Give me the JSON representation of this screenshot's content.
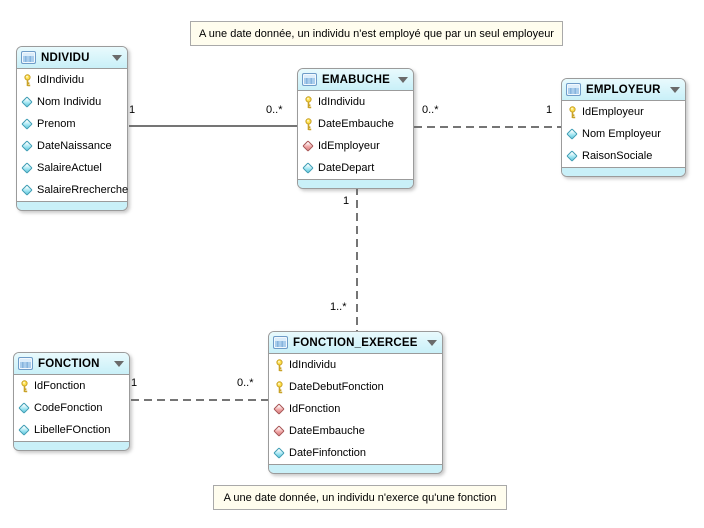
{
  "diagram_type": "entity-relationship-model",
  "colors": {
    "canvas_bg": "#ffffff",
    "header_bg": "#c9f0f8",
    "header_bg_top": "#e9fafd",
    "table_border": "#9b9b9b",
    "note_bg": "#fffdee",
    "note_border": "#a9a9a9",
    "line": "#757575",
    "pk_icon": "#ffe14d",
    "attr_icon": "#9fe5f2",
    "fk_icon": "#f0a3a3"
  },
  "entities": [
    {
      "title": "NDIVIDU",
      "attributes": [
        {
          "name": "IdIndividu",
          "type": "pk"
        },
        {
          "name": "Nom Individu",
          "type": "attr"
        },
        {
          "name": "Prenom",
          "type": "attr"
        },
        {
          "name": "DateNaissance",
          "type": "attr"
        },
        {
          "name": "SalaireActuel",
          "type": "attr"
        },
        {
          "name": "SalaireRrecherche",
          "type": "attr"
        }
      ]
    },
    {
      "title": "EMABUCHE",
      "attributes": [
        {
          "name": "IdIndividu",
          "type": "pk"
        },
        {
          "name": "DateEmbauche",
          "type": "pk"
        },
        {
          "name": "IdEmployeur",
          "type": "fk"
        },
        {
          "name": "DateDepart",
          "type": "attr"
        }
      ]
    },
    {
      "title": "EMPLOYEUR",
      "attributes": [
        {
          "name": "IdEmployeur",
          "type": "pk"
        },
        {
          "name": "Nom Employeur",
          "type": "attr"
        },
        {
          "name": "RaisonSociale",
          "type": "attr"
        }
      ]
    },
    {
      "title": "FONCTION",
      "attributes": [
        {
          "name": "IdFonction",
          "type": "pk"
        },
        {
          "name": "CodeFonction",
          "type": "attr"
        },
        {
          "name": "LibelleFOnction",
          "type": "attr"
        }
      ]
    },
    {
      "title": "FONCTION_EXERCEE",
      "attributes": [
        {
          "name": "IdIndividu",
          "type": "pk"
        },
        {
          "name": "DateDebutFonction",
          "type": "pk"
        },
        {
          "name": "IdFonction",
          "type": "fk"
        },
        {
          "name": "DateEmbauche",
          "type": "fk"
        },
        {
          "name": "DateFinfonction",
          "type": "attr"
        }
      ]
    }
  ],
  "relations": [
    {
      "from": "NDIVIDU",
      "to": "EMABUCHE",
      "from_card": "1",
      "to_card": "0..*",
      "style": "solid"
    },
    {
      "from": "EMABUCHE",
      "to": "EMPLOYEUR",
      "from_card": "0..*",
      "to_card": "1",
      "style": "dashed"
    },
    {
      "from": "EMABUCHE",
      "to": "FONCTION_EXERCEE",
      "from_card": "1",
      "to_card": "1..*",
      "style": "dashed"
    },
    {
      "from": "FONCTION",
      "to": "FONCTION_EXERCEE",
      "from_card": "1",
      "to_card": "0..*",
      "style": "dashed"
    }
  ],
  "notes": [
    {
      "text": "A une date donnée, un individu n'est employé que par un seul employeur"
    },
    {
      "text": "A une date donnée, un individu n'exerce qu'une fonction"
    }
  ]
}
